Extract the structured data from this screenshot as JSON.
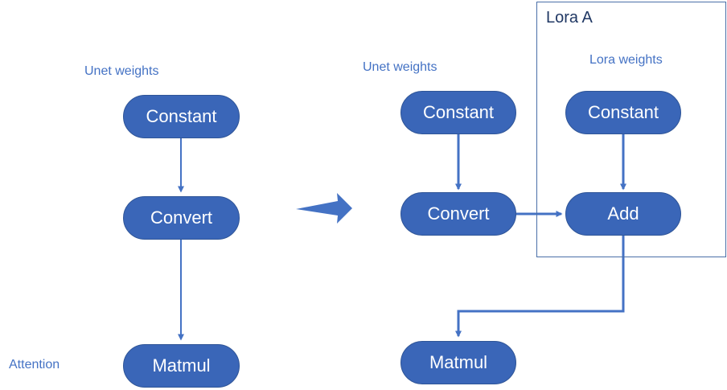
{
  "colors": {
    "node_fill": "#3a66b8",
    "node_border": "#2f5597",
    "node_text": "#ffffff",
    "connector": "#4472c4",
    "label_text": "#4472c4",
    "group_border": "#4a6fa8",
    "group_title": "#203864"
  },
  "left_graph": {
    "group_label": "Unet weights",
    "side_label": "Attention",
    "nodes": {
      "constant": "Constant",
      "convert": "Convert",
      "matmul": "Matmul"
    }
  },
  "transform_arrow": {
    "icon": "right-arrow-icon"
  },
  "right_graph": {
    "group_label": "Unet weights",
    "nodes": {
      "constant": "Constant",
      "convert": "Convert",
      "matmul": "Matmul"
    }
  },
  "lora_group": {
    "title": "Lora A",
    "weights_label": "Lora weights",
    "nodes": {
      "constant": "Constant",
      "add": "Add"
    }
  }
}
